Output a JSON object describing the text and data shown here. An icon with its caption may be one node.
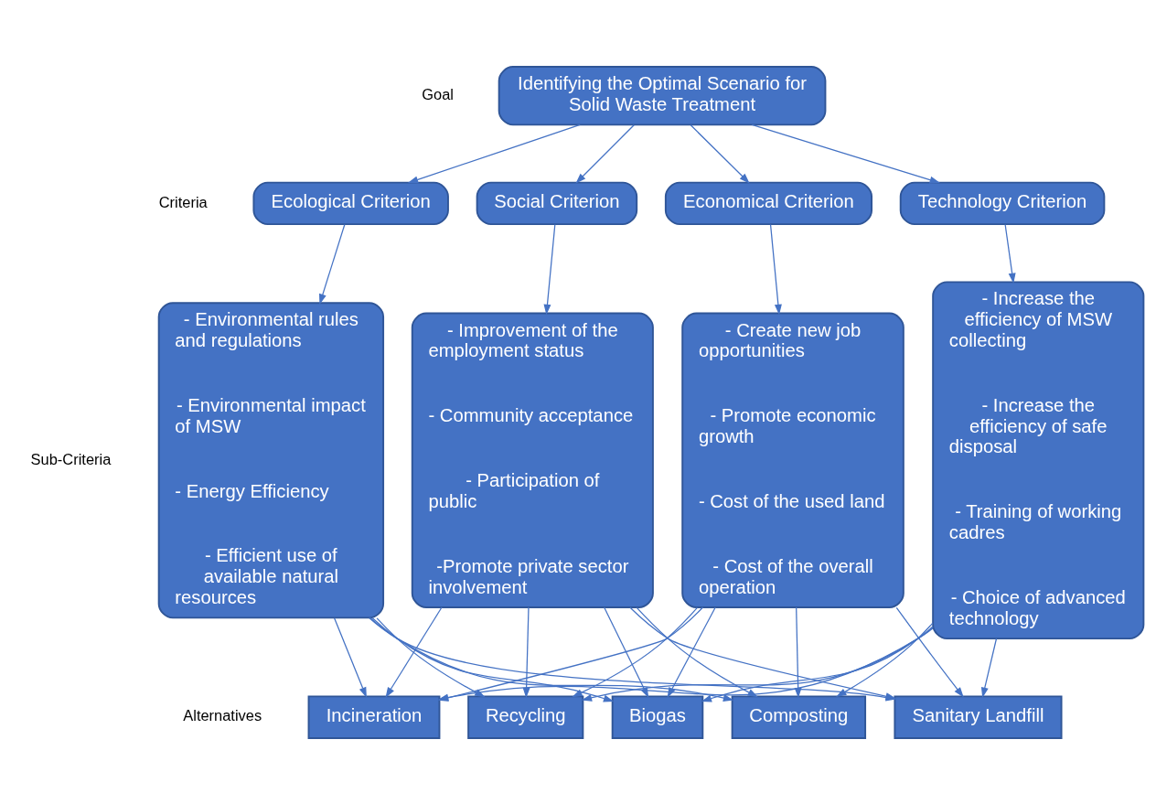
{
  "diagram": {
    "nodes": [
      {
        "text": [
          "Identifying the Optimal Scenario for Solid Waste Treatment"
        ]
      },
      {
        "text": [
          "Ecological Criterion"
        ]
      },
      {
        "text": [
          "Social Criterion"
        ]
      },
      {
        "text": [
          "Economical Criterion"
        ]
      },
      {
        "text": [
          "Technology Criterion"
        ]
      },
      {
        "text": [
          "- Environmental rules and regulations",
          "- Environmental impact of MSW",
          "- Energy Efficiency",
          "- Efficient use of available natural resources"
        ]
      },
      {
        "text": [
          "- Improvement of the employment status",
          "- Community acceptance",
          "- Participation of public",
          "-Promote private sector involvement"
        ]
      },
      {
        "text": [
          "- Create new job opportunities",
          "- Promote economic growth",
          "- Cost of the used land",
          "- Cost of the overall operation"
        ]
      },
      {
        "text": [
          "- Increase the efficiency of MSW collecting",
          "- Increase the efficiency of safe disposal",
          "- Training of working cadres",
          "- Choice of advanced technology"
        ]
      },
      {
        "text": [
          "Incineration"
        ]
      },
      {
        "text": [
          "Recycling"
        ]
      },
      {
        "text": [
          "Biogas"
        ]
      },
      {
        "text": [
          "Composting"
        ]
      },
      {
        "text": [
          "Sanitary Landfill"
        ]
      }
    ],
    "edges": [
      {
        "from": 0,
        "to": 1,
        "arrow": "to"
      },
      {
        "from": 0,
        "to": 2,
        "arrow": "to"
      },
      {
        "from": 0,
        "to": 3,
        "arrow": "to"
      },
      {
        "from": 0,
        "to": 4,
        "arrow": "to"
      },
      {
        "from": 1,
        "to": 5,
        "arrow": "to"
      },
      {
        "from": 2,
        "to": 6,
        "arrow": "to"
      },
      {
        "from": 3,
        "to": 7,
        "arrow": "to"
      },
      {
        "from": 4,
        "to": 8,
        "arrow": "to"
      },
      {
        "from": 5,
        "to": 9,
        "arrow": "to"
      },
      {
        "from": 5,
        "to": 10,
        "arrow": "to"
      },
      {
        "from": 5,
        "to": 11,
        "arrow": "to"
      },
      {
        "from": 5,
        "to": 12,
        "arrow": "to"
      },
      {
        "from": 5,
        "to": 13,
        "arrow": "to"
      },
      {
        "from": 6,
        "to": 9,
        "arrow": "to"
      },
      {
        "from": 6,
        "to": 10,
        "arrow": "to"
      },
      {
        "from": 6,
        "to": 11,
        "arrow": "to"
      },
      {
        "from": 6,
        "to": 12,
        "arrow": "to"
      },
      {
        "from": 6,
        "to": 13,
        "arrow": "to"
      },
      {
        "from": 7,
        "to": 9,
        "arrow": "to"
      },
      {
        "from": 7,
        "to": 10,
        "arrow": "to"
      },
      {
        "from": 7,
        "to": 11,
        "arrow": "to"
      },
      {
        "from": 7,
        "to": 12,
        "arrow": "to"
      },
      {
        "from": 7,
        "to": 13,
        "arrow": "to"
      },
      {
        "from": 8,
        "to": 9,
        "arrow": "to"
      },
      {
        "from": 8,
        "to": 10,
        "arrow": "to"
      },
      {
        "from": 8,
        "to": 11,
        "arrow": "to"
      },
      {
        "from": 8,
        "to": 12,
        "arrow": "to"
      },
      {
        "from": 8,
        "to": 13,
        "arrow": "to"
      }
    ],
    "labels": [
      "Goal",
      "Criteria",
      "Sub-Criteria",
      "Alternatives"
    ]
  }
}
